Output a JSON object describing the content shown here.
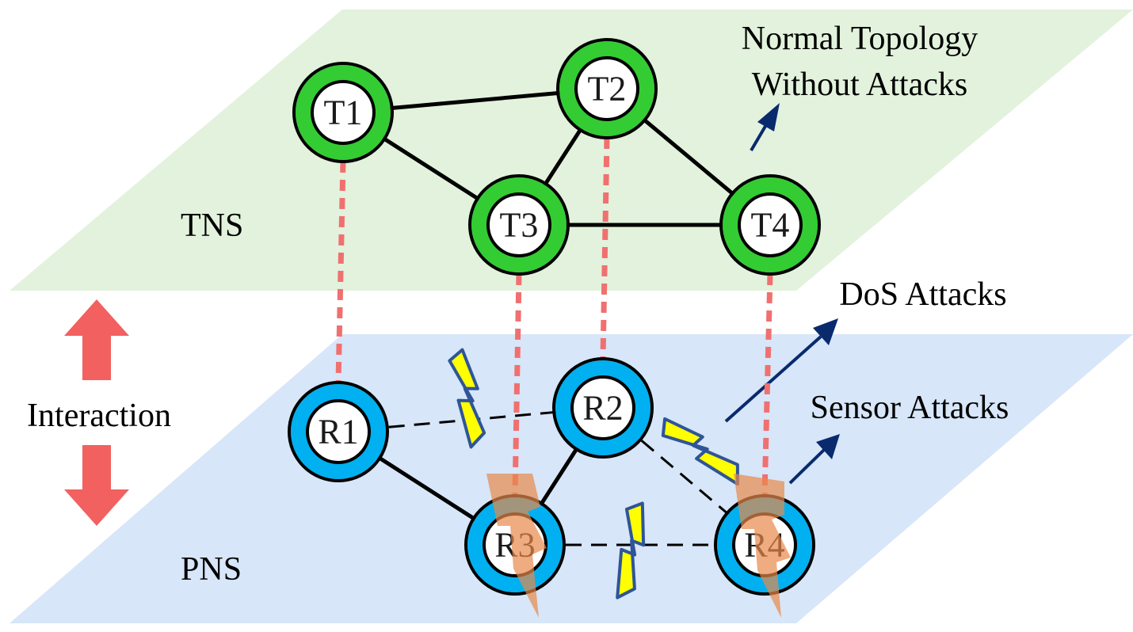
{
  "layers": {
    "top": {
      "label": "TNS",
      "color": "#e2f2dc"
    },
    "bottom": {
      "label": "PNS",
      "color": "#d7e6f8"
    }
  },
  "annotations": {
    "normal_line1": "Normal Topology",
    "normal_line2": "Without Attacks",
    "dos": "DoS Attacks",
    "sensor": "Sensor Attacks",
    "interaction": "Interaction"
  },
  "top_nodes": [
    {
      "id": "T1",
      "label": "T1"
    },
    {
      "id": "T2",
      "label": "T2"
    },
    {
      "id": "T3",
      "label": "T3"
    },
    {
      "id": "T4",
      "label": "T4"
    }
  ],
  "bottom_nodes": [
    {
      "id": "R1",
      "label": "R1"
    },
    {
      "id": "R2",
      "label": "R2"
    },
    {
      "id": "R3",
      "label": "R3"
    },
    {
      "id": "R4",
      "label": "R4"
    }
  ],
  "top_edges": [
    [
      "T1",
      "T2"
    ],
    [
      "T1",
      "T3"
    ],
    [
      "T2",
      "T3"
    ],
    [
      "T2",
      "T4"
    ],
    [
      "T3",
      "T4"
    ]
  ],
  "bottom_edges_solid": [
    [
      "R1",
      "R3"
    ],
    [
      "R2",
      "R3"
    ]
  ],
  "bottom_edges_dashed": [
    [
      "R1",
      "R2"
    ],
    [
      "R2",
      "R4"
    ],
    [
      "R3",
      "R4"
    ]
  ],
  "vertical_links": [
    [
      "T1",
      "R1"
    ],
    [
      "T2",
      "R2"
    ],
    [
      "T3",
      "R3"
    ],
    [
      "T4",
      "R4"
    ]
  ],
  "colors": {
    "top_ring": "#33cc33",
    "bottom_ring": "#00b0f0",
    "vertical_link": "#f07070",
    "interaction_arrow": "#f26060",
    "annotation_arrow": "#0a2a6e",
    "lightning_fill": "#ffff00",
    "lightning_stroke": "#2f5597",
    "sensor_wedge": "#e8894a"
  }
}
